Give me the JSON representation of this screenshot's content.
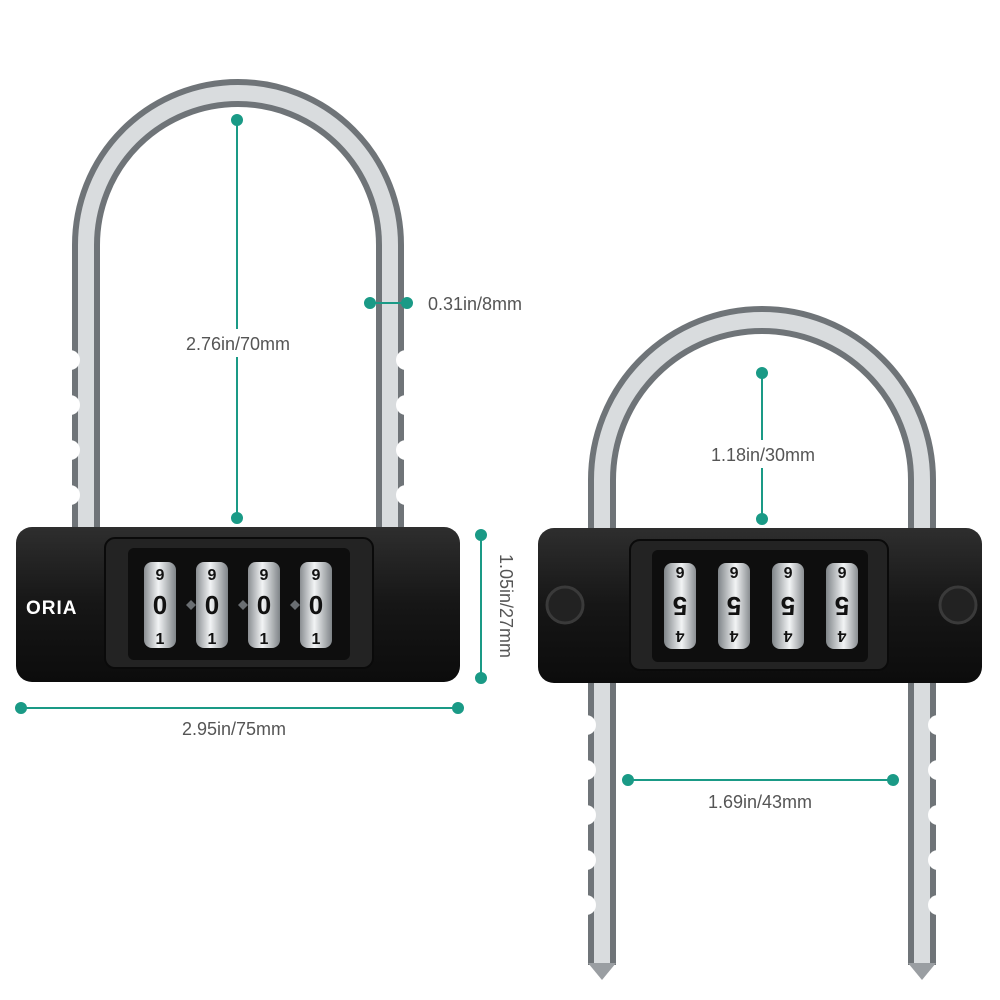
{
  "colors": {
    "accent": "#1a9a86",
    "lock_body": "#1b1b1b",
    "shackle": "#bfc3c6",
    "background": "#ffffff",
    "dimension_text": "#555555"
  },
  "products": [
    {
      "id": "lock-left",
      "brand": "ORIA",
      "dial_digits_top": [
        "9",
        "9",
        "9",
        "9"
      ],
      "dial_digits_mid": [
        "0",
        "0",
        "0",
        "0"
      ],
      "dial_digits_bot": [
        "1",
        "1",
        "1",
        "1"
      ]
    },
    {
      "id": "lock-right",
      "dial_digits_top": [
        "6",
        "6",
        "6",
        "6"
      ],
      "dial_digits_mid": [
        "5",
        "5",
        "5",
        "5"
      ],
      "dial_digits_bot": [
        "4",
        "4",
        "4",
        "4"
      ]
    }
  ],
  "dimensions": {
    "shackle_height_long": "2.76in/70mm",
    "shackle_thickness": "0.31in/8mm",
    "body_height": "1.05in/27mm",
    "body_width": "2.95in/75mm",
    "shackle_height_short": "1.18in/30mm",
    "shackle_inner_width": "1.69in/43mm"
  }
}
